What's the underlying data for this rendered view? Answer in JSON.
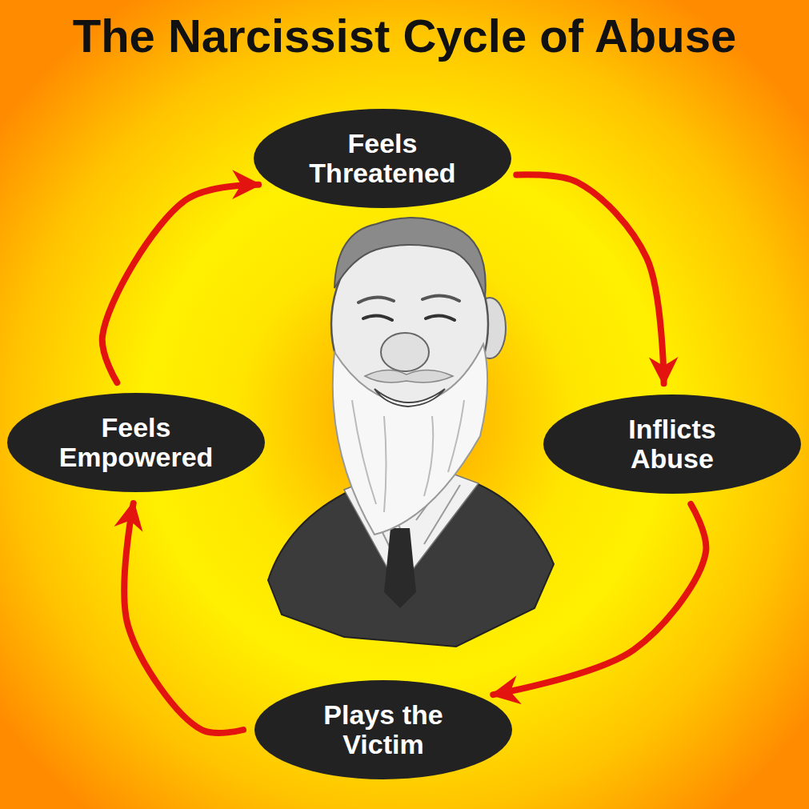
{
  "diagram": {
    "title": "The Narcissist Cycle of Abuse",
    "nodes": [
      {
        "text": [
          "Feels Threatened"
        ]
      },
      {
        "text": [
          "Inflicts Abuse"
        ]
      },
      {
        "text": [
          "Plays the Victim"
        ]
      },
      {
        "text": [
          "Feels Empowered"
        ]
      }
    ],
    "edges": [
      {
        "from": 0,
        "to": 1,
        "arrow": "to"
      },
      {
        "from": 1,
        "to": 2,
        "arrow": "to"
      },
      {
        "from": 2,
        "to": 3,
        "arrow": "to"
      },
      {
        "from": 3,
        "to": 0,
        "arrow": "to"
      }
    ]
  }
}
